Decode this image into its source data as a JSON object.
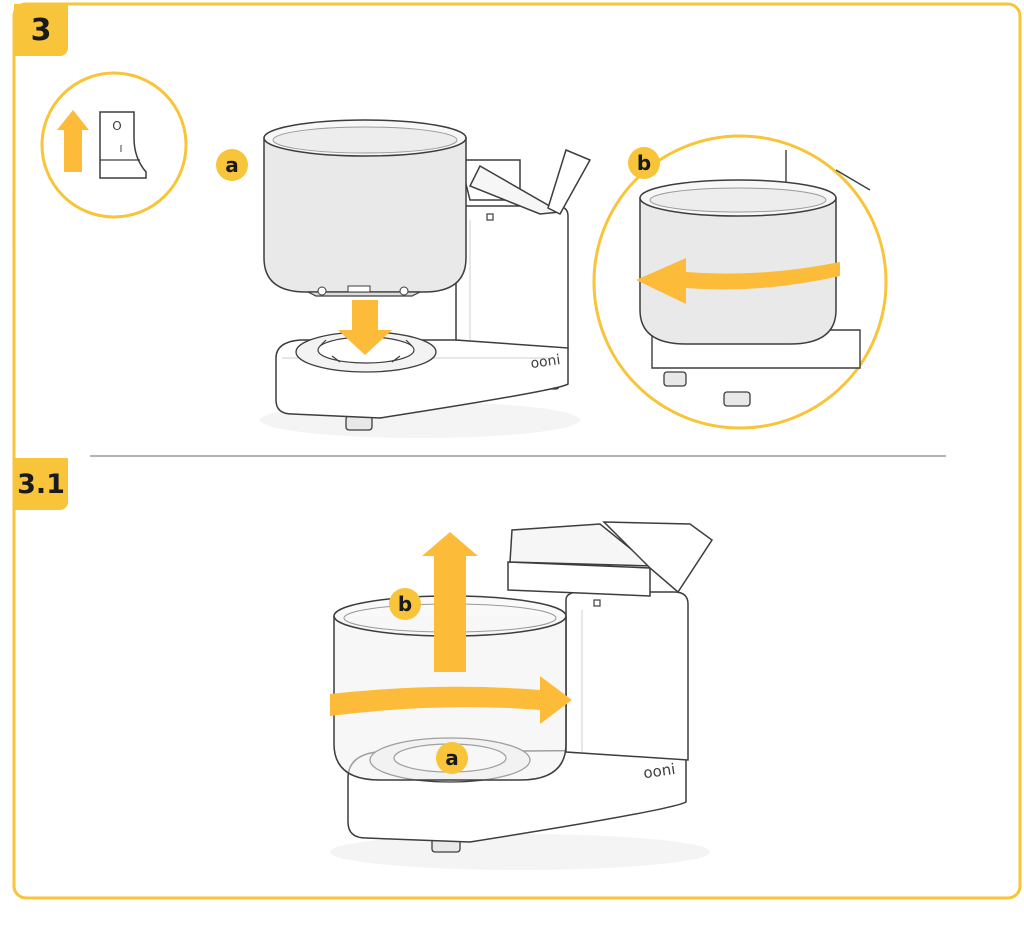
{
  "steps": [
    {
      "label": "3"
    },
    {
      "label": "3.1"
    }
  ],
  "callouts": {
    "step3_a": "a",
    "step3_b": "b",
    "step31_a": "a",
    "step31_b": "b"
  },
  "brand_mark": "ooni",
  "switch_marks": {
    "off": "O",
    "on": "I"
  },
  "icons": [
    "power-switch-icon",
    "arrow-up-icon",
    "arrow-down-icon",
    "arrow-left-icon",
    "arrow-right-icon"
  ],
  "colors": {
    "accent": "#f7c43a",
    "arrow": "#fdbb3a",
    "line": "#3d3d3d",
    "fill": "#f0f0f0"
  }
}
